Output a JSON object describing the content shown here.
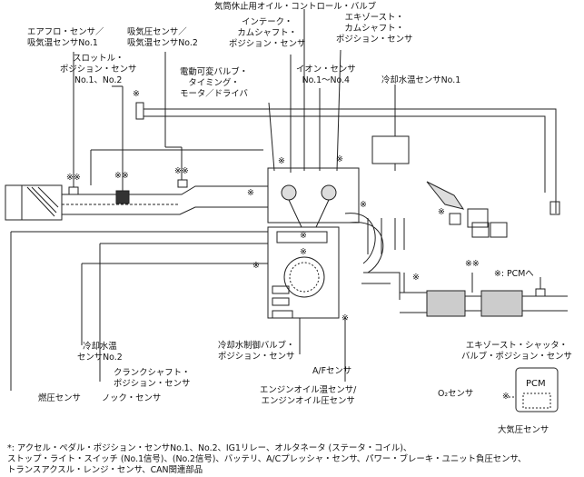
{
  "labels": {
    "maf_sensor": [
      "エアフロ・センサ／",
      "吸気温センサNo.1"
    ],
    "map_sensor": [
      "吸気圧センサ／",
      "吸気温センサNo.2"
    ],
    "cylinder_deactivation_valve": "気筒休止用オイル・コントロール・バルブ",
    "intake_cam_sensor": [
      "インテーク・",
      "カムシャフト・",
      "ポジション・センサ"
    ],
    "exhaust_cam_sensor": [
      "エキゾースト・",
      "カムシャフト・",
      "ポジション・センサ"
    ],
    "throttle_sensor": [
      "スロットル・",
      "ポジション・センサ",
      "No.1、No.2"
    ],
    "vvt_motor_driver": [
      "電動可変バルブ・",
      "タイミング・",
      "モータ／ドライバ"
    ],
    "ion_sensor": [
      "イオン・センサ",
      "No.1〜No.4"
    ],
    "coolant_temp_1": "冷却水温センサNo.1",
    "pcm_legend": "※: PCMへ",
    "coolant_temp_2": [
      "冷却水温",
      "センサNo.2"
    ],
    "coolant_control_valve": [
      "冷却水制御バルブ・",
      "ポジション・センサ"
    ],
    "exhaust_shutter_sensor": [
      "エキゾースト・シャッタ・",
      "バルブ・ポジション・センサ"
    ],
    "crankshaft_sensor": [
      "クランクシャフト・",
      "ポジション・センサ"
    ],
    "af_sensor": "A/Fセンサ",
    "oil_temp_pressure": [
      "エンジンオイル温センサ/",
      "エンジンオイル圧センサ"
    ],
    "fuel_pressure": "燃圧センサ",
    "knock_sensor": "ノック・センサ",
    "o2_sensor": "O₂センサ",
    "pcm": "PCM",
    "baro_sensor": "大気圧センサ",
    "asterisk": "※",
    "double_asterisk": "※※"
  },
  "footnote": [
    "*: アクセル・ペダル・ポジション・センサNo.1、No.2、IG1リレー、オルタネータ (ステータ・コイル)、",
    "ストップ・ライト・スイッチ (No.1信号)、(No.2信号)、バッテリ、A/Cプレッシャ・センサ、パワー・ブレーキ・ユニット負圧センサ、",
    "トランスアクスル・レンジ・センサ、CAN関連部品"
  ]
}
